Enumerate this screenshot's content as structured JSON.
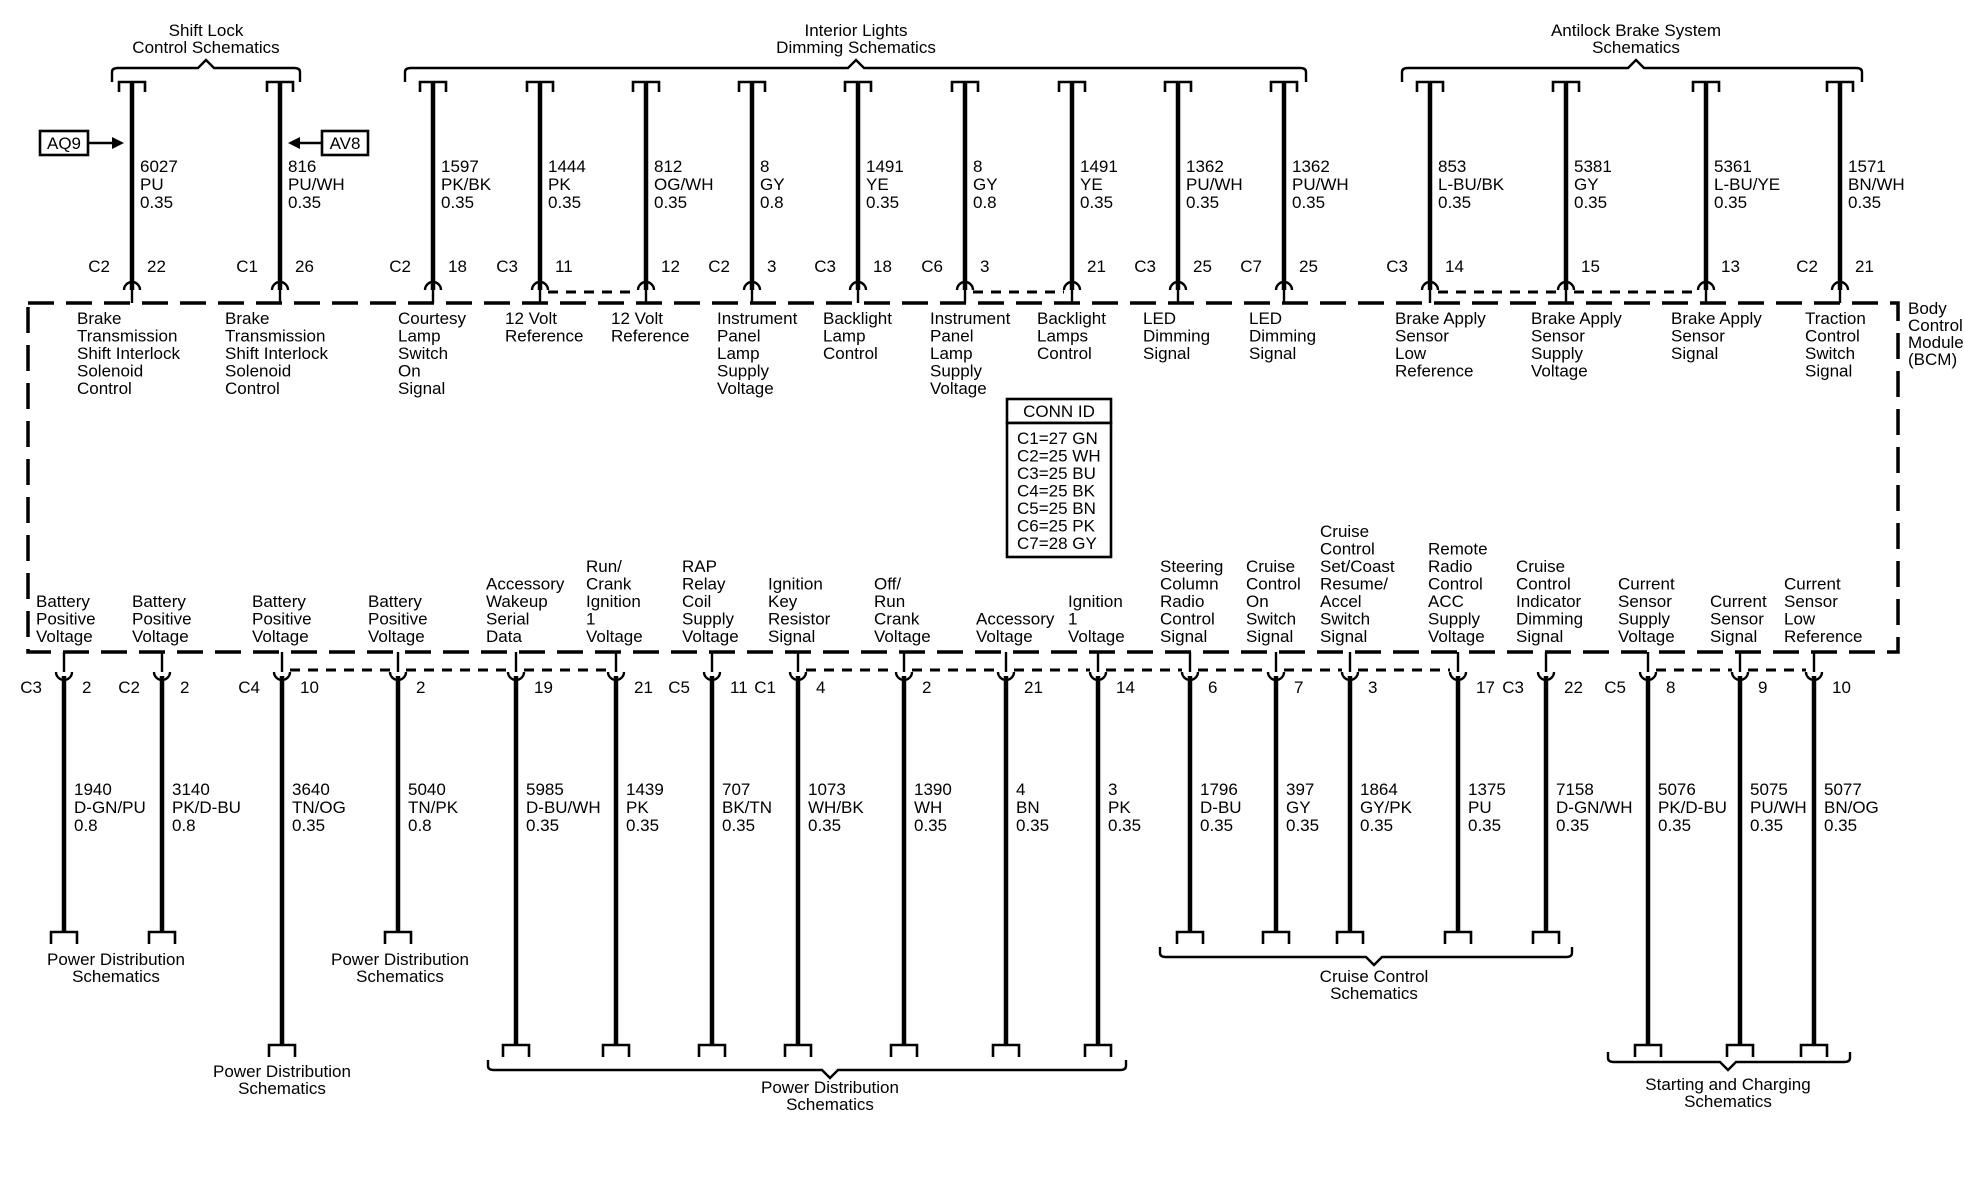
{
  "module_label": [
    "Body",
    "Control",
    "Module",
    "(BCM)"
  ],
  "conn_id": {
    "title": "CONN ID",
    "rows": [
      "C1=27 GN",
      "C2=25 WH",
      "C3=25 BU",
      "C4=25 BK",
      "C5=25 BN",
      "C6=25 PK",
      "C7=28 GY"
    ]
  },
  "top_groups": [
    {
      "label": [
        "Shift Lock",
        "Control Schematics"
      ]
    },
    {
      "label": [
        "Interior Lights",
        "Dimming Schematics"
      ]
    },
    {
      "label": [
        "Antilock Brake System",
        "Schematics"
      ]
    }
  ],
  "arrows": [
    {
      "label": "AQ9",
      "direction": "in-right"
    },
    {
      "label": "AV8",
      "direction": "in-left"
    }
  ],
  "top_circuits": [
    {
      "conn": "C2",
      "pin": "22",
      "circuit": [
        "6027",
        "PU",
        "0.35"
      ],
      "function": [
        "Brake",
        "Transmission",
        "Shift Interlock",
        "Solenoid",
        "Control"
      ]
    },
    {
      "conn": "C1",
      "pin": "26",
      "circuit": [
        "816",
        "PU/WH",
        "0.35"
      ],
      "function": [
        "Brake",
        "Transmission",
        "Shift Interlock",
        "Solenoid",
        "Control"
      ]
    },
    {
      "conn": "C2",
      "pin": "18",
      "circuit": [
        "1597",
        "PK/BK",
        "0.35"
      ],
      "function": [
        "Courtesy",
        "Lamp",
        "Switch",
        "On",
        "Signal"
      ]
    },
    {
      "conn": "C3",
      "pin": "11",
      "circuit": [
        "1444",
        "PK",
        "0.35"
      ],
      "function": [
        "12 Volt",
        "Reference"
      ]
    },
    {
      "conn": "",
      "pin": "12",
      "circuit": [
        "812",
        "OG/WH",
        "0.35"
      ],
      "function": [
        "12 Volt",
        "Reference"
      ]
    },
    {
      "conn": "C2",
      "pin": "3",
      "circuit": [
        "8",
        "GY",
        "0.8"
      ],
      "function": [
        "Instrument",
        "Panel",
        "Lamp",
        "Supply",
        "Voltage"
      ]
    },
    {
      "conn": "C3",
      "pin": "18",
      "circuit": [
        "1491",
        "YE",
        "0.35"
      ],
      "function": [
        "Backlight",
        "Lamp",
        "Control"
      ]
    },
    {
      "conn": "C6",
      "pin": "3",
      "circuit": [
        "8",
        "GY",
        "0.8"
      ],
      "function": [
        "Instrument",
        "Panel",
        "Lamp",
        "Supply",
        "Voltage"
      ]
    },
    {
      "conn": "",
      "pin": "21",
      "circuit": [
        "1491",
        "YE",
        "0.35"
      ],
      "function": [
        "Backlight",
        "Lamps",
        "Control"
      ]
    },
    {
      "conn": "C3",
      "pin": "25",
      "circuit": [
        "1362",
        "PU/WH",
        "0.35"
      ],
      "function": [
        "LED",
        "Dimming",
        "Signal"
      ]
    },
    {
      "conn": "C7",
      "pin": "25",
      "circuit": [
        "1362",
        "PU/WH",
        "0.35"
      ],
      "function": [
        "LED",
        "Dimming",
        "Signal"
      ]
    },
    {
      "conn": "C3",
      "pin": "14",
      "circuit": [
        "853",
        "L-BU/BK",
        "0.35"
      ],
      "function": [
        "Brake Apply",
        "Sensor",
        "Low",
        "Reference"
      ]
    },
    {
      "conn": "",
      "pin": "15",
      "circuit": [
        "5381",
        "GY",
        "0.35"
      ],
      "function": [
        "Brake Apply",
        "Sensor",
        "Supply",
        "Voltage"
      ]
    },
    {
      "conn": "",
      "pin": "13",
      "circuit": [
        "5361",
        "L-BU/YE",
        "0.35"
      ],
      "function": [
        "Brake Apply",
        "Sensor",
        "Signal"
      ]
    },
    {
      "conn": "C2",
      "pin": "21",
      "circuit": [
        "1571",
        "BN/WH",
        "0.35"
      ],
      "function": [
        "Traction",
        "Control",
        "Switch",
        "Signal"
      ]
    }
  ],
  "bottom_circuits": [
    {
      "conn": "C3",
      "pin": "2",
      "circuit": [
        "1940",
        "D-GN/PU",
        "0.8"
      ],
      "function": [
        "Battery",
        "Positive",
        "Voltage"
      ]
    },
    {
      "conn": "C2",
      "pin": "2",
      "circuit": [
        "3140",
        "PK/D-BU",
        "0.8"
      ],
      "function": [
        "Battery",
        "Positive",
        "Voltage"
      ]
    },
    {
      "conn": "C4",
      "pin": "10",
      "circuit": [
        "3640",
        "TN/OG",
        "0.35"
      ],
      "function": [
        "Battery",
        "Positive",
        "Voltage"
      ]
    },
    {
      "conn": "",
      "pin": "2",
      "circuit": [
        "5040",
        "TN/PK",
        "0.8"
      ],
      "function": [
        "Battery",
        "Positive",
        "Voltage"
      ]
    },
    {
      "conn": "",
      "pin": "19",
      "circuit": [
        "5985",
        "D-BU/WH",
        "0.35"
      ],
      "function": [
        "Accessory",
        "Wakeup",
        "Serial",
        "Data"
      ]
    },
    {
      "conn": "",
      "pin": "21",
      "circuit": [
        "1439",
        "PK",
        "0.35"
      ],
      "function": [
        "Run/",
        "Crank",
        "Ignition",
        "1",
        "Voltage"
      ]
    },
    {
      "conn": "C5",
      "pin": "11",
      "circuit": [
        "707",
        "BK/TN",
        "0.35"
      ],
      "function": [
        "RAP",
        "Relay",
        "Coil",
        "Supply",
        "Voltage"
      ]
    },
    {
      "conn": "C1",
      "pin": "4",
      "circuit": [
        "1073",
        "WH/BK",
        "0.35"
      ],
      "function": [
        "Ignition",
        "Key",
        "Resistor",
        "Signal"
      ]
    },
    {
      "conn": "",
      "pin": "2",
      "circuit": [
        "1390",
        "WH",
        "0.35"
      ],
      "function": [
        "Off/",
        "Run",
        "Crank",
        "Voltage"
      ]
    },
    {
      "conn": "",
      "pin": "21",
      "circuit": [
        "4",
        "BN",
        "0.35"
      ],
      "function": [
        "Accessory",
        "Voltage"
      ]
    },
    {
      "conn": "",
      "pin": "14",
      "circuit": [
        "3",
        "PK",
        "0.35"
      ],
      "function": [
        "Ignition",
        "1",
        "Voltage"
      ]
    },
    {
      "conn": "",
      "pin": "6",
      "circuit": [
        "1796",
        "D-BU",
        "0.35"
      ],
      "function": [
        "Steering",
        "Column",
        "Radio",
        "Control",
        "Signal"
      ]
    },
    {
      "conn": "",
      "pin": "7",
      "circuit": [
        "397",
        "GY",
        "0.35"
      ],
      "function": [
        "Cruise",
        "Control",
        "On",
        "Switch",
        "Signal"
      ]
    },
    {
      "conn": "",
      "pin": "3",
      "circuit": [
        "1864",
        "GY/PK",
        "0.35"
      ],
      "function": [
        "Cruise",
        "Control",
        "Set/Coast",
        "Resume/",
        "Accel",
        "Switch",
        "Signal"
      ]
    },
    {
      "conn": "",
      "pin": "17",
      "circuit": [
        "1375",
        "PU",
        "0.35"
      ],
      "function": [
        "Remote",
        "Radio",
        "Control",
        "ACC",
        "Supply",
        "Voltage"
      ]
    },
    {
      "conn": "C3",
      "pin": "22",
      "circuit": [
        "7158",
        "D-GN/WH",
        "0.35"
      ],
      "function": [
        "Cruise",
        "Control",
        "Indicator",
        "Dimming",
        "Signal"
      ]
    },
    {
      "conn": "C5",
      "pin": "8",
      "circuit": [
        "5076",
        "PK/D-BU",
        "0.35"
      ],
      "function": [
        "Current",
        "Sensor",
        "Supply",
        "Voltage"
      ]
    },
    {
      "conn": "",
      "pin": "9",
      "circuit": [
        "5075",
        "PU/WH",
        "0.35"
      ],
      "function": [
        "Current",
        "Sensor",
        "Signal"
      ]
    },
    {
      "conn": "",
      "pin": "10",
      "circuit": [
        "5077",
        "BN/OG",
        "0.35"
      ],
      "function": [
        "Current",
        "Sensor",
        "Low",
        "Reference"
      ]
    }
  ],
  "bottom_groups": [
    {
      "label": [
        "Power Distribution",
        "Schematics"
      ]
    },
    {
      "label": [
        "Power Distribution",
        "Schematics"
      ]
    },
    {
      "label": [
        "Power Distribution",
        "Schematics"
      ]
    },
    {
      "label": [
        "Power Distribution",
        "Schematics"
      ]
    },
    {
      "label": [
        "Cruise Control",
        "Schematics"
      ]
    },
    {
      "label": [
        "Starting and Charging",
        "Schematics"
      ]
    }
  ]
}
